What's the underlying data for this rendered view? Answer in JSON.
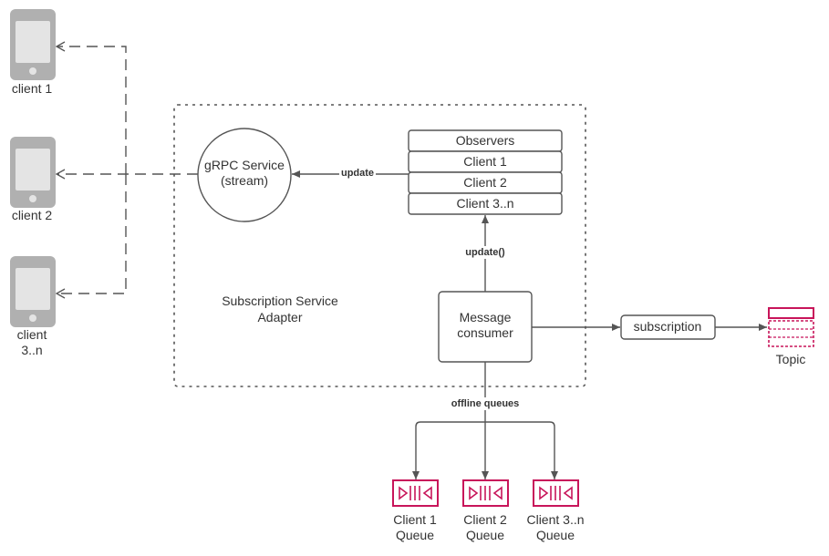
{
  "clients": [
    {
      "line1": "client 1",
      "line2": ""
    },
    {
      "line1": "client 2",
      "line2": ""
    },
    {
      "line1": "client",
      "line2": "3..n"
    }
  ],
  "adapter": {
    "label_line1": "Subscription Service",
    "label_line2": "Adapter"
  },
  "grpc": {
    "line1": "gRPC Service",
    "line2": "(stream)"
  },
  "observers": {
    "header": "Observers",
    "items": [
      "Client 1",
      "Client 2",
      "Client 3..n"
    ]
  },
  "consumer": {
    "line1": "Message",
    "line2": "consumer"
  },
  "edges": {
    "update": "update",
    "update_call": "update()",
    "offline_queues": "offline queues"
  },
  "subscription": {
    "label": "subscription"
  },
  "topic": {
    "label": "Topic"
  },
  "queues": [
    {
      "line1": "Client 1",
      "line2": "Queue"
    },
    {
      "line1": "Client 2",
      "line2": "Queue"
    },
    {
      "line1": "Client 3..n",
      "line2": "Queue"
    }
  ],
  "colors": {
    "accent": "#c8155a",
    "device": "#b0b0b0",
    "line": "#555555"
  }
}
